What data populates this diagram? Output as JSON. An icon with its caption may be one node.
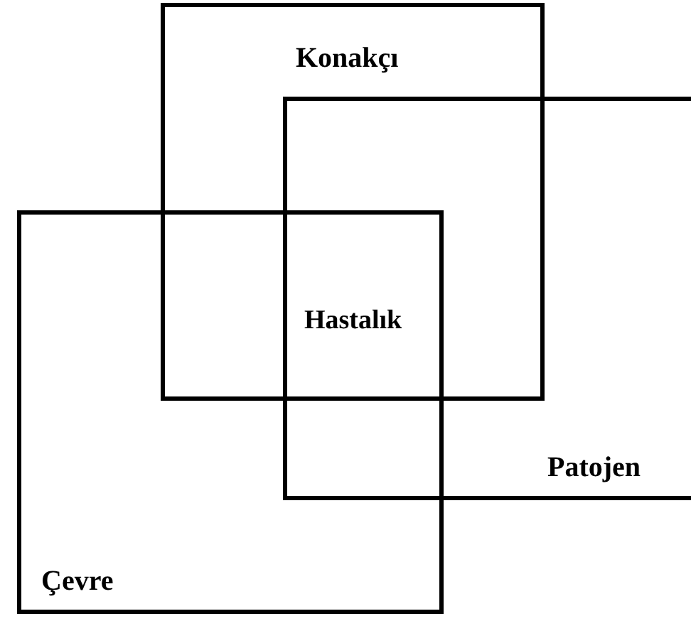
{
  "diagram": {
    "nodes": [
      {
        "text": [
          "Konakçı"
        ]
      },
      {
        "text": [
          "Patojen"
        ]
      },
      {
        "text": [
          "Çevre"
        ]
      }
    ],
    "labels": [
      "Hastalık"
    ]
  }
}
